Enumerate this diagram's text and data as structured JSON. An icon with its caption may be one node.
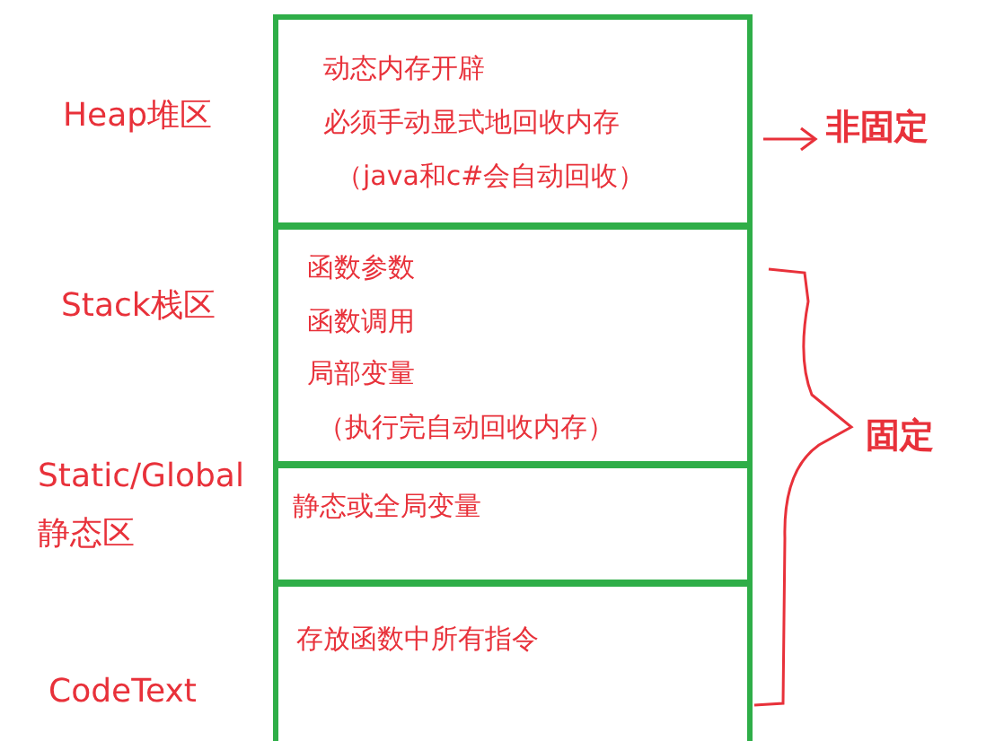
{
  "diagram": {
    "nodes": [
      {
        "text": [
          "动态内存开辟",
          "必须手动显式地回收内存",
          "（java和c#会自动回收）"
        ],
        "beside": [
          "Heap堆区"
        ]
      },
      {
        "text": [
          "函数参数",
          "函数调用",
          "局部变量",
          "（执行完自动回收内存）"
        ],
        "beside": [
          "Stack栈区"
        ]
      },
      {
        "text": [
          "静态或全局变量"
        ],
        "beside": [
          "Static/Global",
          "静态区"
        ]
      },
      {
        "text": [
          "存放函数中所有指令"
        ],
        "beside": [
          "CodeText"
        ]
      },
      {
        "text": [
          "非固定"
        ]
      }
    ],
    "edges": [
      {
        "from": 0,
        "to": 4,
        "arrow": "to"
      }
    ],
    "labels": [
      "固定"
    ]
  }
}
